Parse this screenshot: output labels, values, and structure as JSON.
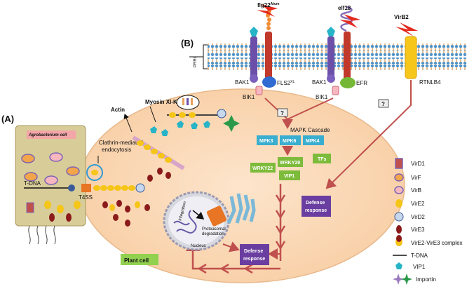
{
  "panel_labels": {
    "a": "(A)",
    "b": "(B)"
  },
  "ligands": {
    "flg22": "flg22",
    "flg22_sup": "Atum",
    "elf18": "elf18",
    "virb2": "VirB2"
  },
  "receptors": {
    "prrs": "PRRs",
    "bak1_left": "BAK1",
    "fls2": "FLS2",
    "fls2_sup": "XL",
    "bak1_right": "BAK1",
    "efr": "EFR",
    "bik1_left": "BIK1",
    "bik1_right": "BIK1",
    "rtnlb4": "RTNLB4"
  },
  "question_mark": "?",
  "mapk": {
    "title": "MAPK Cascade",
    "boxes": [
      "MPK3",
      "MPK6",
      "MPK4"
    ],
    "wrky22": "WRKY22",
    "wrky29": "WRKY29",
    "tfs": "TFs",
    "vip1": "VIP1"
  },
  "defense": {
    "line1": "Defense",
    "line2": "response"
  },
  "cell": {
    "agrobacterium": "Agrobacterium cell",
    "tdna": "T-DNA",
    "t4ss": "T4SS",
    "endocytosis_line1": "Clathrin-mediated",
    "endocytosis_line2": "endocytosis",
    "actin": "Actin",
    "myosin": "Myosin XI-K",
    "integration": "Integration",
    "proteasomal_line1": "Proteasomal",
    "proteasomal_line2": "degradation",
    "nucleus": "Nucleus",
    "plant_cell": "Plant cell"
  },
  "legend": [
    {
      "label": "VirD1",
      "icon": "virD1-icon"
    },
    {
      "label": "VirF",
      "icon": "virF-icon"
    },
    {
      "label": "VirB",
      "icon": "virB-icon"
    },
    {
      "label": "VirE2",
      "icon": "virE2-icon"
    },
    {
      "label": "VirD2",
      "icon": "virD2-icon"
    },
    {
      "label": "VirE3",
      "icon": "virE3-icon"
    },
    {
      "label": "VirE2-VirE3 complex",
      "icon": "virE2-virE3-complex-icon"
    },
    {
      "label": "T-DNA",
      "icon": "tdna-line-icon"
    },
    {
      "label": "VIP1",
      "icon": "vip1-icon"
    },
    {
      "label": "Importin",
      "icon": "importin-icon"
    }
  ],
  "colors": {
    "cell_fill": "#fbd9b8",
    "agro_fill": "#d8cc98",
    "mapk_box": "#3aaed0",
    "wrky_box": "#7dbb3b",
    "defense_box": "#6a3ea0",
    "arrow": "#c0504d",
    "membrane_blue": "#4f93c8",
    "membrane_orange": "#e8a15a",
    "bolt": "#e42a1e"
  }
}
